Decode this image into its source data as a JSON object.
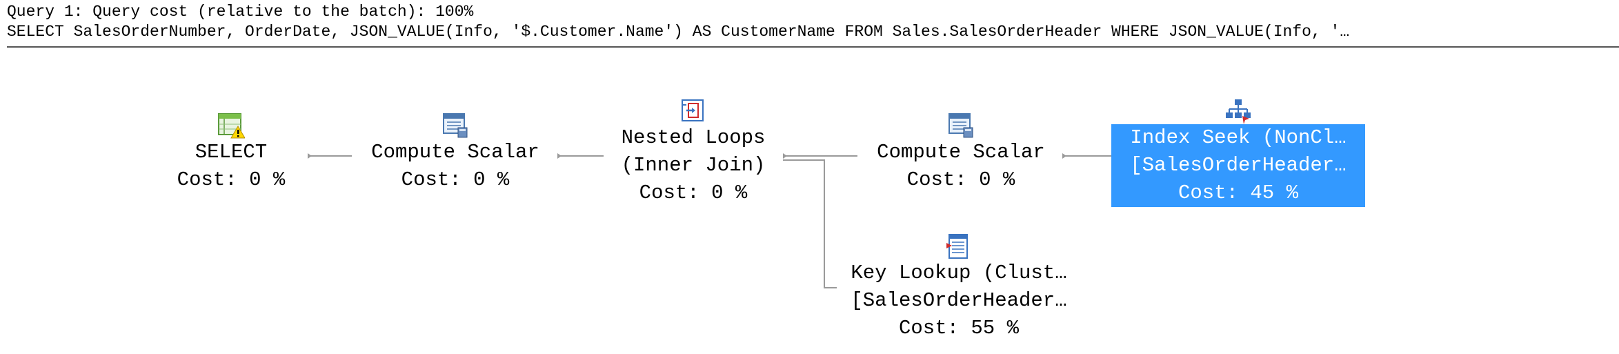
{
  "header": {
    "title": "Query 1: Query cost (relative to the batch): 100%",
    "sql": "SELECT SalesOrderNumber, OrderDate, JSON_VALUE(Info, '$.Customer.Name') AS CustomerName FROM Sales.SalesOrderHeader WHERE JSON_VALUE(Info, '…"
  },
  "nodes": {
    "select": {
      "name": "SELECT",
      "cost": "Cost: 0 %",
      "icon": "select-warning-icon"
    },
    "compute1": {
      "name": "Compute Scalar",
      "cost": "Cost: 0 %",
      "icon": "compute-scalar-icon"
    },
    "nested": {
      "name": "Nested Loops",
      "sub": "(Inner Join)",
      "cost": "Cost: 0 %",
      "icon": "nested-loops-icon"
    },
    "compute2": {
      "name": "Compute Scalar",
      "cost": "Cost: 0 %",
      "icon": "compute-scalar-icon"
    },
    "seek": {
      "name": "Index Seek (NonCl…",
      "sub": "[SalesOrderHeader…",
      "cost": "Cost: 45 %",
      "icon": "index-seek-icon",
      "selected": true
    },
    "lookup": {
      "name": "Key Lookup (Clust…",
      "sub": "[SalesOrderHeader…",
      "cost": "Cost: 55 %",
      "icon": "key-lookup-icon"
    }
  },
  "colors": {
    "selection": "#3399ff",
    "connector": "#9a9a9a"
  }
}
